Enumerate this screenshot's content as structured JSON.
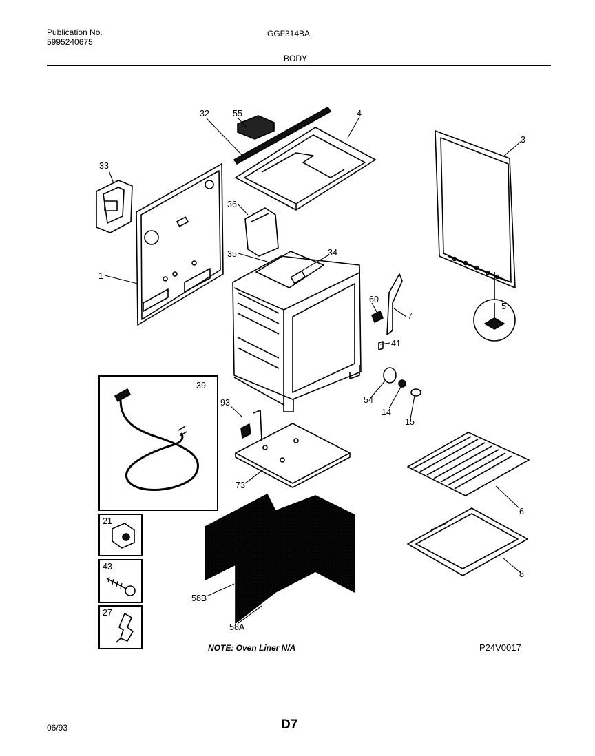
{
  "header": {
    "publication_label": "Publication No.",
    "publication_number": "5995240675",
    "model": "GGF314BA",
    "section": "BODY"
  },
  "parts": {
    "p1": "1",
    "p3": "3",
    "p4": "4",
    "p5": "5",
    "p6": "6",
    "p7": "7",
    "p8": "8",
    "p14": "14",
    "p15": "15",
    "p21": "21",
    "p27": "27",
    "p32": "32",
    "p33": "33",
    "p34": "34",
    "p35": "35",
    "p36": "36",
    "p39": "39",
    "p41": "41",
    "p43": "43",
    "p54": "54",
    "p55": "55",
    "p58A": "58A",
    "p58B": "58B",
    "p60": "60",
    "p73": "73",
    "p93": "93"
  },
  "footer": {
    "note": "NOTE: Oven Liner N/A",
    "diagram_code": "P24V0017",
    "date": "06/93",
    "page": "D7"
  }
}
